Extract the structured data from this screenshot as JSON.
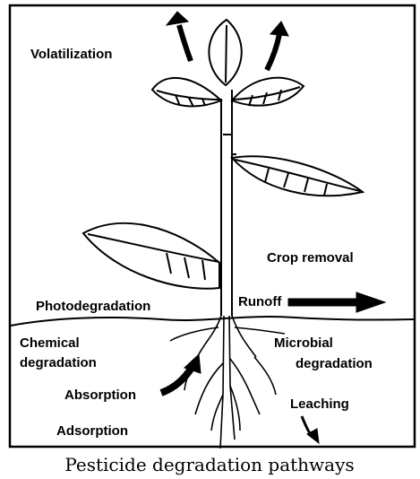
{
  "labels": {
    "volatilization": "Volatilization",
    "crop_removal": "Crop removal",
    "photodegradation": "Photodegradation",
    "runoff": "Runoff",
    "chemical_1": "Chemical",
    "chemical_2": "degradation",
    "microbial_1": "Microbial",
    "microbial_2": "degradation",
    "absorption": "Absorption",
    "leaching": "Leaching",
    "adsorption": "Adsorption"
  },
  "caption": "Pesticide degradation pathways",
  "colors": {
    "line": "#000000",
    "background": "#ffffff"
  },
  "icons": [
    "plant",
    "arrow"
  ]
}
